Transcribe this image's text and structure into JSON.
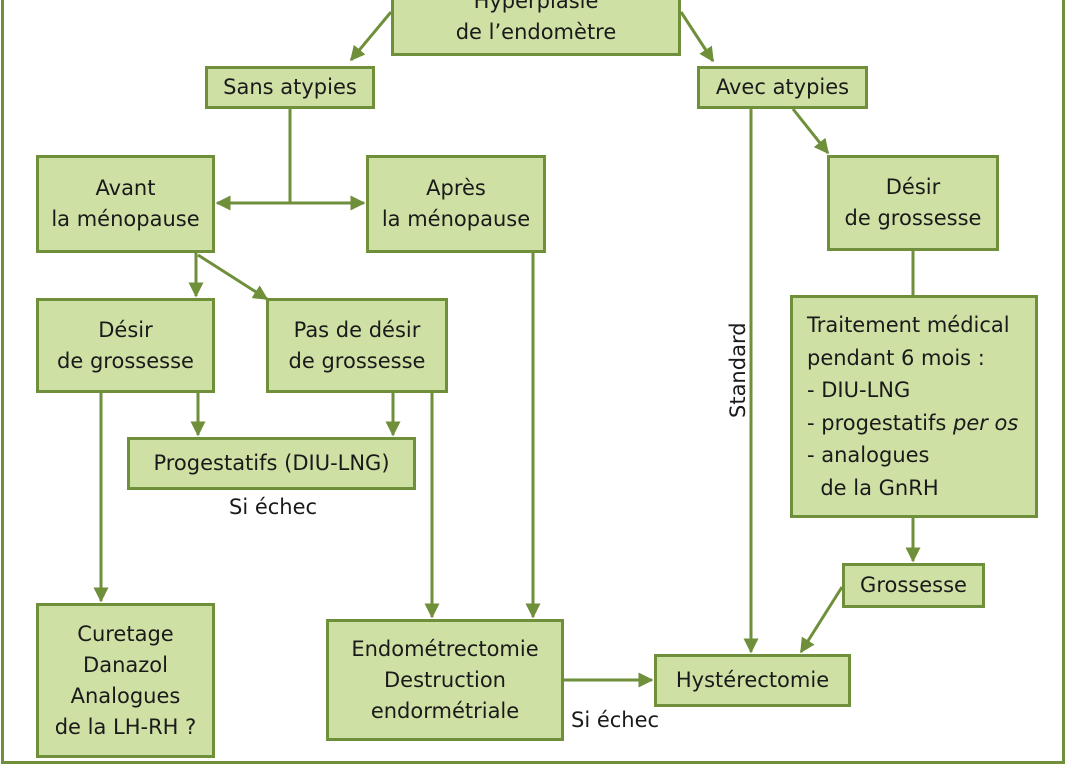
{
  "nodes": {
    "root": [
      "Hyperplasie",
      "de l’endomètre"
    ],
    "sans_atypies": [
      "Sans atypies"
    ],
    "avec_atypies": [
      "Avec atypies"
    ],
    "avant_menopause": [
      "Avant",
      "la ménopause"
    ],
    "apres_menopause": [
      "Après",
      "la ménopause"
    ],
    "desir_grossesse_right": [
      "Désir",
      "de grossesse"
    ],
    "desir_grossesse_left": [
      "Désir",
      "de grossesse"
    ],
    "pas_desir": [
      "Pas de désir",
      "de grossesse"
    ],
    "traitement": [
      "Traitement médical",
      "pendant 6 mois :",
      "- DIU-LNG",
      "- progestatifs ",
      "- analogues",
      "  de la GnRH"
    ],
    "traitement_italic": "per os",
    "progestatifs": [
      "Progestatifs (DIU-LNG)"
    ],
    "grossesse": [
      "Grossesse"
    ],
    "curetage": [
      "Curetage",
      "Danazol",
      "Analogues",
      "de la LH-RH ?"
    ],
    "endometrectomie": [
      "Endométrectomie",
      "Destruction",
      "endormétriale"
    ],
    "hysterectomie": [
      "Hystérectomie"
    ]
  },
  "labels": {
    "si_echec_1": "Si échec",
    "si_echec_2": "Si échec",
    "standard": "Standard"
  },
  "colors": {
    "box_fill": "#cfe0a4",
    "stroke": "#6f8f3b"
  }
}
